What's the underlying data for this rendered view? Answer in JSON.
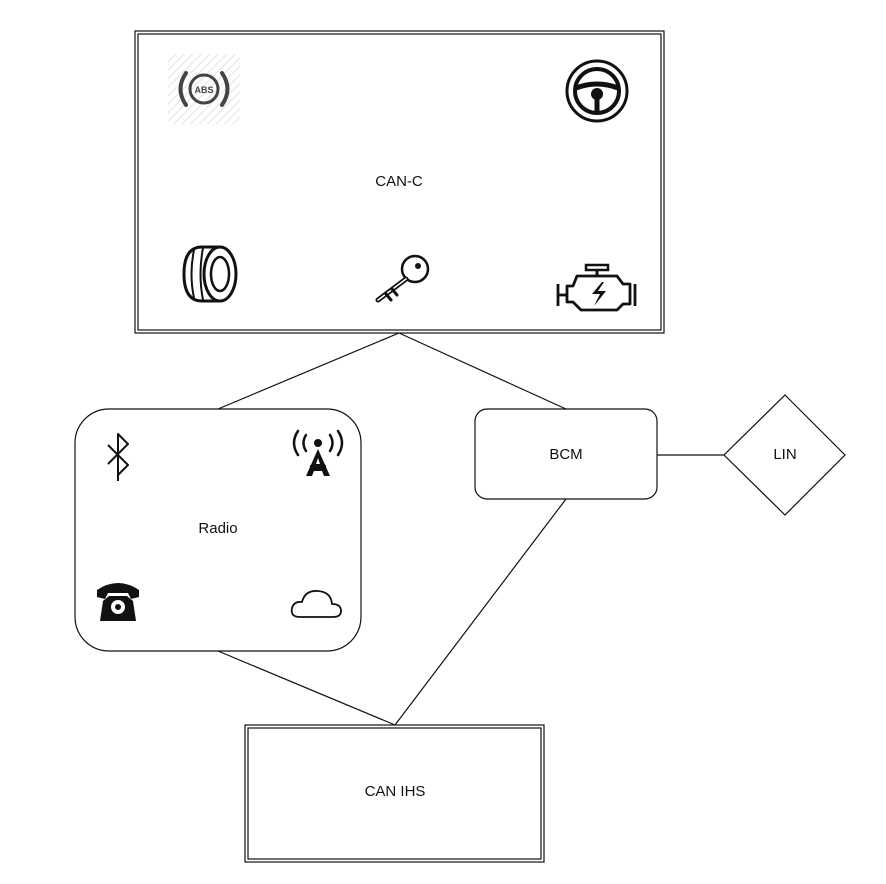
{
  "nodes": {
    "can_c": {
      "label": "CAN-C",
      "icons": [
        "abs-icon",
        "steering-wheel-icon",
        "tire-icon",
        "key-icon",
        "engine-icon"
      ]
    },
    "radio": {
      "label": "Radio",
      "icons": [
        "bluetooth-icon",
        "radio-tower-icon",
        "telephone-icon",
        "cloud-icon"
      ]
    },
    "bcm": {
      "label": "BCM"
    },
    "lin": {
      "label": "LIN"
    },
    "can_ihs": {
      "label": "CAN IHS"
    }
  },
  "connections": [
    {
      "from": "CAN-C",
      "to": "Radio"
    },
    {
      "from": "CAN-C",
      "to": "BCM"
    },
    {
      "from": "BCM",
      "to": "LIN"
    },
    {
      "from": "BCM",
      "to": "CAN IHS"
    },
    {
      "from": "Radio",
      "to": "CAN IHS"
    }
  ],
  "colors": {
    "stroke": "#111111",
    "background": "#ffffff",
    "abs_icon": "#444444"
  }
}
